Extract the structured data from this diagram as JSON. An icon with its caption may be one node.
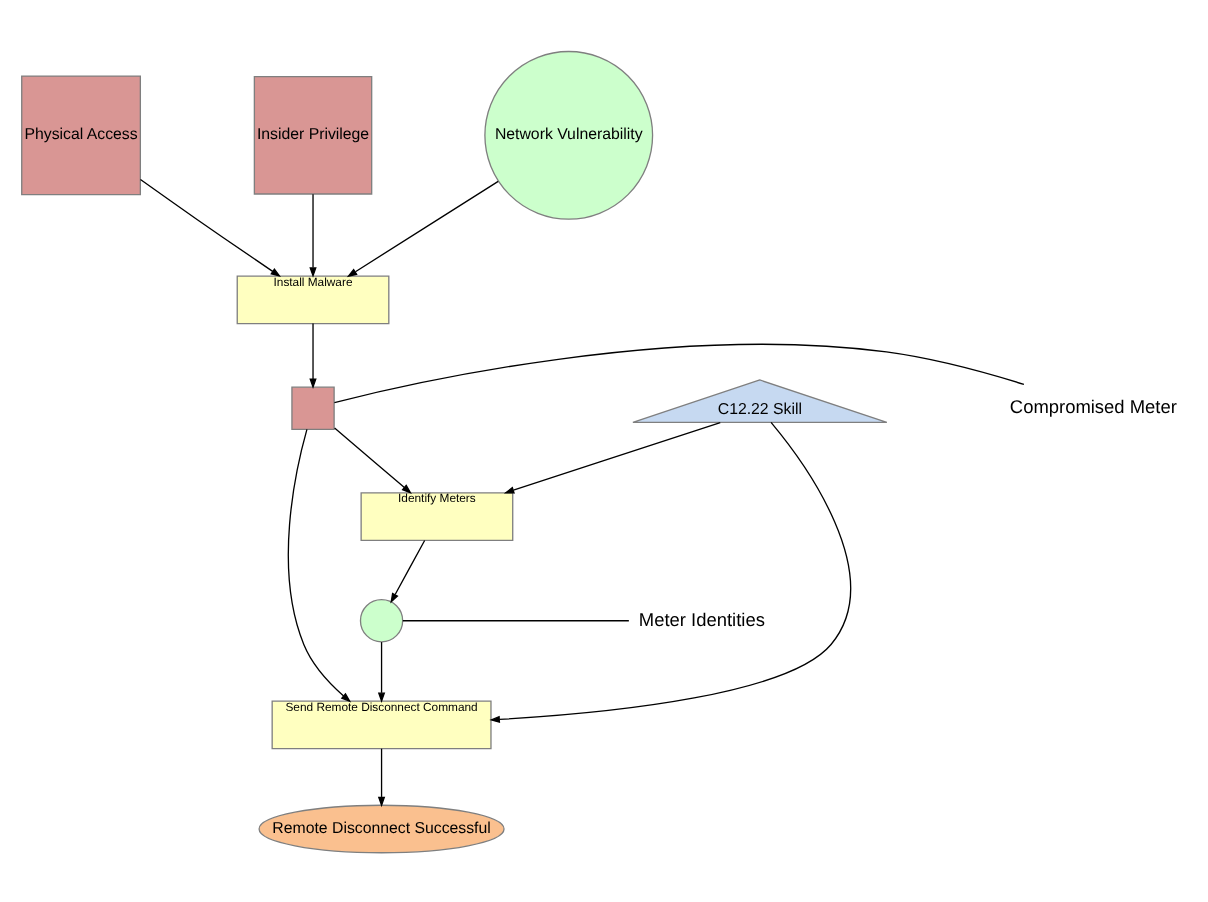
{
  "diagram": {
    "nodes": [
      {
        "text": [
          "Physical Access"
        ]
      },
      {
        "text": [
          "Insider Privilege"
        ]
      },
      {
        "text": [
          "Network Vulnerability"
        ]
      },
      {
        "text": [
          "C12.22 Skill"
        ]
      },
      {
        "text": [
          "Install Malware"
        ]
      },
      {
        "text": [],
        "shape": "box"
      },
      {
        "text": [
          "Compromised Meter"
        ]
      },
      {
        "text": [
          "Identify Meters"
        ]
      },
      {
        "text": [],
        "shape": "circle"
      },
      {
        "text": [
          "Meter Identities"
        ]
      },
      {
        "text": [
          "Send Remote Disconnect Command"
        ]
      },
      {
        "text": [
          "Remote Disconnect Successful"
        ]
      }
    ],
    "edges": [
      {
        "from": 0,
        "to": 4,
        "arrow": "to"
      },
      {
        "from": 1,
        "to": 4,
        "arrow": "to"
      },
      {
        "from": 2,
        "to": 4,
        "arrow": "to"
      },
      {
        "from": 4,
        "to": 5,
        "arrow": "to"
      },
      {
        "from": 6,
        "to": 5,
        "arrow": "none"
      },
      {
        "from": 5,
        "to": 7,
        "arrow": "to"
      },
      {
        "from": 3,
        "to": 7,
        "arrow": "to"
      },
      {
        "from": 7,
        "to": 8,
        "arrow": "to"
      },
      {
        "from": 9,
        "to": 8,
        "arrow": "none"
      },
      {
        "from": 5,
        "to": 10,
        "arrow": "to"
      },
      {
        "from": 8,
        "to": 10,
        "arrow": "to"
      },
      {
        "from": 3,
        "to": 10,
        "arrow": "to"
      },
      {
        "from": 10,
        "to": 11,
        "arrow": "to"
      }
    ]
  }
}
